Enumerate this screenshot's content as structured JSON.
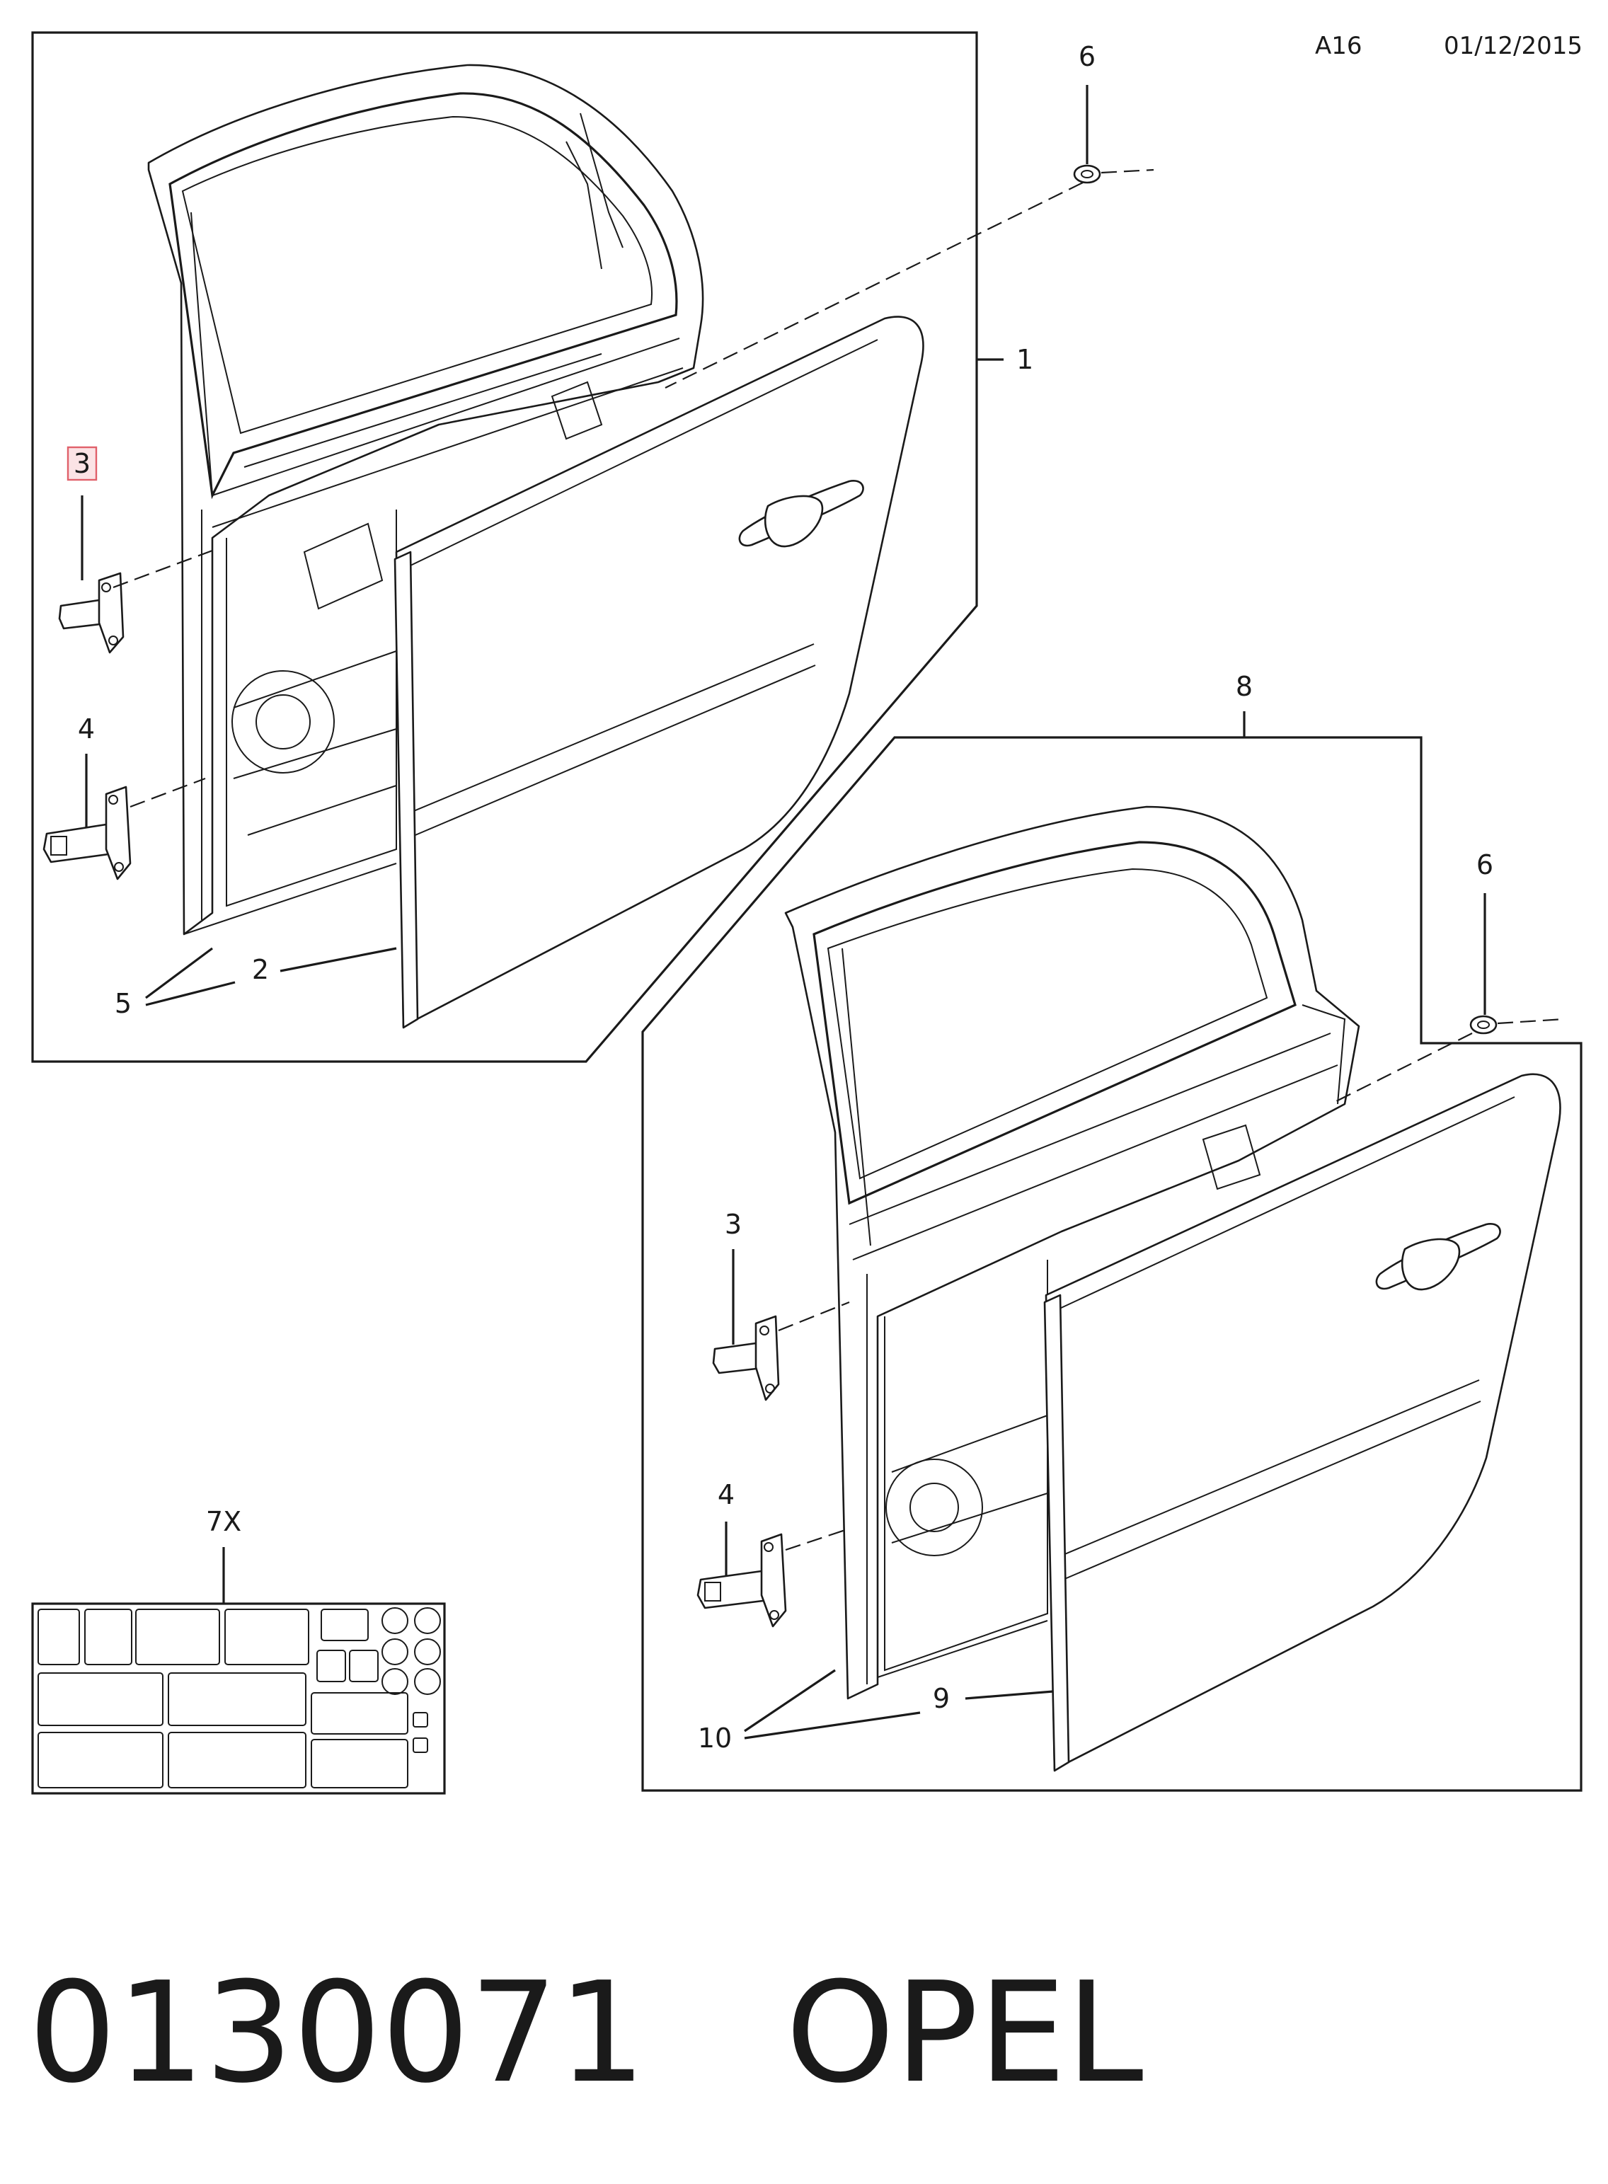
{
  "header": {
    "page_code": "A16",
    "date": "01/12/2015"
  },
  "callouts": {
    "front_door_assembly": "1",
    "front_door_seal": "2",
    "front_upper_hinge": "3",
    "front_lower_hinge": "4",
    "front_weatherstrip": "5",
    "plug_top": "6",
    "plug_right": "6",
    "rear_door_assembly": "8",
    "rear_upper_hinge": "3",
    "rear_lower_hinge": "4",
    "rear_door_seal": "9",
    "rear_weatherstrip": "10",
    "label_sheet": "7X"
  },
  "highlight": {
    "color": "#e0606a",
    "fill": "#fbe3e5"
  },
  "footer": {
    "part_number": "0130071",
    "brand": "OPEL"
  }
}
